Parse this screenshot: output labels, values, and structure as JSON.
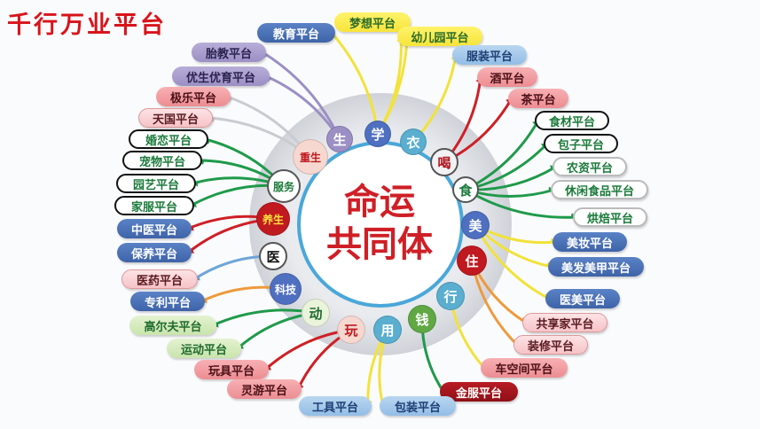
{
  "title": "千行万业平台",
  "center": {
    "line1": "命运",
    "line2": "共同体"
  },
  "hubs": [
    {
      "id": "sheng",
      "label": "生",
      "bg": "#9b8fc4",
      "fg": "#ffffff"
    },
    {
      "id": "xue",
      "label": "学",
      "bg": "#4f6fc0",
      "fg": "#ffffff"
    },
    {
      "id": "yi",
      "label": "衣",
      "bg": "#5aaed0",
      "fg": "#ffffff"
    },
    {
      "id": "he",
      "label": "喝",
      "bg": "#f2f2f4",
      "fg": "#b0141c"
    },
    {
      "id": "shi",
      "label": "食",
      "bg": "#ffffff",
      "fg": "#1a7a3a"
    },
    {
      "id": "mei",
      "label": "美",
      "bg": "#4f6fc0",
      "fg": "#ffffff"
    },
    {
      "id": "zhu",
      "label": "住",
      "bg": "#c0191f",
      "fg": "#ffffff"
    },
    {
      "id": "xing",
      "label": "行",
      "bg": "#5aaed0",
      "fg": "#ffffff"
    },
    {
      "id": "qian",
      "label": "钱",
      "bg": "#5fa844",
      "fg": "#ffffff"
    },
    {
      "id": "yong",
      "label": "用",
      "bg": "#5aaed0",
      "fg": "#ffffff"
    },
    {
      "id": "wan",
      "label": "玩",
      "bg": "#f6d8d0",
      "fg": "#c0191f"
    },
    {
      "id": "dong",
      "label": "动",
      "bg": "#eaf4da",
      "fg": "#1e6b2e"
    },
    {
      "id": "keji",
      "label": "科技",
      "bg": "#4f6fc0",
      "fg": "#ffffff"
    },
    {
      "id": "yiliao",
      "label": "医",
      "bg": "#ffffff",
      "fg": "#111111"
    },
    {
      "id": "yangsheng",
      "label": "养生",
      "bg": "#c0191f",
      "fg": "#ffe23b"
    },
    {
      "id": "fuwu",
      "label": "服务",
      "bg": "#ffffff",
      "fg": "#1a7a3a"
    },
    {
      "id": "chongsheng",
      "label": "重生",
      "bg": "#f6d8d0",
      "fg": "#c0191f"
    }
  ],
  "platforms": [
    {
      "label": "教育平台",
      "hub": "xue",
      "style": "p-blue"
    },
    {
      "label": "梦想平台",
      "hub": "xue",
      "style": "p-yellow"
    },
    {
      "label": "幼儿园平台",
      "hub": "xue",
      "style": "p-yellow"
    },
    {
      "label": "服装平台",
      "hub": "yi",
      "style": "p-lblue"
    },
    {
      "label": "胎教平台",
      "hub": "sheng",
      "style": "p-purple"
    },
    {
      "label": "优生优育平台",
      "hub": "sheng",
      "style": "p-purple"
    },
    {
      "label": "酒平台",
      "hub": "he",
      "style": "p-pink"
    },
    {
      "label": "茶平台",
      "hub": "he",
      "style": "p-pink"
    },
    {
      "label": "极乐平台",
      "hub": "chongsheng",
      "style": "p-pink"
    },
    {
      "label": "天国平台",
      "hub": "chongsheng",
      "style": "p-pinkw"
    },
    {
      "label": "食材平台",
      "hub": "shi",
      "style": "p-white"
    },
    {
      "label": "包子平台",
      "hub": "shi",
      "style": "p-white"
    },
    {
      "label": "农资平台",
      "hub": "shi",
      "style": "p-white-g"
    },
    {
      "label": "休闲食品平台",
      "hub": "shi",
      "style": "p-white-g"
    },
    {
      "label": "烘焙平台",
      "hub": "shi",
      "style": "p-white-g"
    },
    {
      "label": "婚恋平台",
      "hub": "fuwu",
      "style": "p-white"
    },
    {
      "label": "宠物平台",
      "hub": "fuwu",
      "style": "p-white"
    },
    {
      "label": "园艺平台",
      "hub": "fuwu",
      "style": "p-white"
    },
    {
      "label": "家服平台",
      "hub": "fuwu",
      "style": "p-white"
    },
    {
      "label": "中医平台",
      "hub": "yangsheng",
      "style": "p-blue"
    },
    {
      "label": "保养平台",
      "hub": "yangsheng",
      "style": "p-blue"
    },
    {
      "label": "美妆平台",
      "hub": "mei",
      "style": "p-blue"
    },
    {
      "label": "美发美甲平台",
      "hub": "mei",
      "style": "p-blue"
    },
    {
      "label": "医美平台",
      "hub": "mei",
      "style": "p-blue"
    },
    {
      "label": "医药平台",
      "hub": "yiliao",
      "style": "p-pinkw"
    },
    {
      "label": "专利平台",
      "hub": "keji",
      "style": "p-blue"
    },
    {
      "label": "共享家平台",
      "hub": "zhu",
      "style": "p-pinkw"
    },
    {
      "label": "装修平台",
      "hub": "zhu",
      "style": "p-pinkw"
    },
    {
      "label": "高尔夫平台",
      "hub": "dong",
      "style": "p-lgreen"
    },
    {
      "label": "运动平台",
      "hub": "dong",
      "style": "p-lgreen"
    },
    {
      "label": "车空间平台",
      "hub": "xing",
      "style": "p-pink"
    },
    {
      "label": "玩具平台",
      "hub": "wan",
      "style": "p-pink"
    },
    {
      "label": "灵游平台",
      "hub": "wan",
      "style": "p-pink"
    },
    {
      "label": "金服平台",
      "hub": "qian",
      "style": "p-darkred"
    },
    {
      "label": "工具平台",
      "hub": "yong",
      "style": "p-lblue"
    },
    {
      "label": "包装平台",
      "hub": "yong",
      "style": "p-lblue"
    }
  ],
  "colors": {
    "title": "#d8141a",
    "center_text": "#cf1f26",
    "ring": "#c6c9cf",
    "inner_circle": "#4aa7d9",
    "links": {
      "purple": "#9b8fc4",
      "red": "#cf1f26",
      "yellow": "#f2e23a",
      "green": "#1f9a4a",
      "orange": "#ee9a3c",
      "blue": "#6ea6d8",
      "gray": "#c9cbd0"
    }
  }
}
